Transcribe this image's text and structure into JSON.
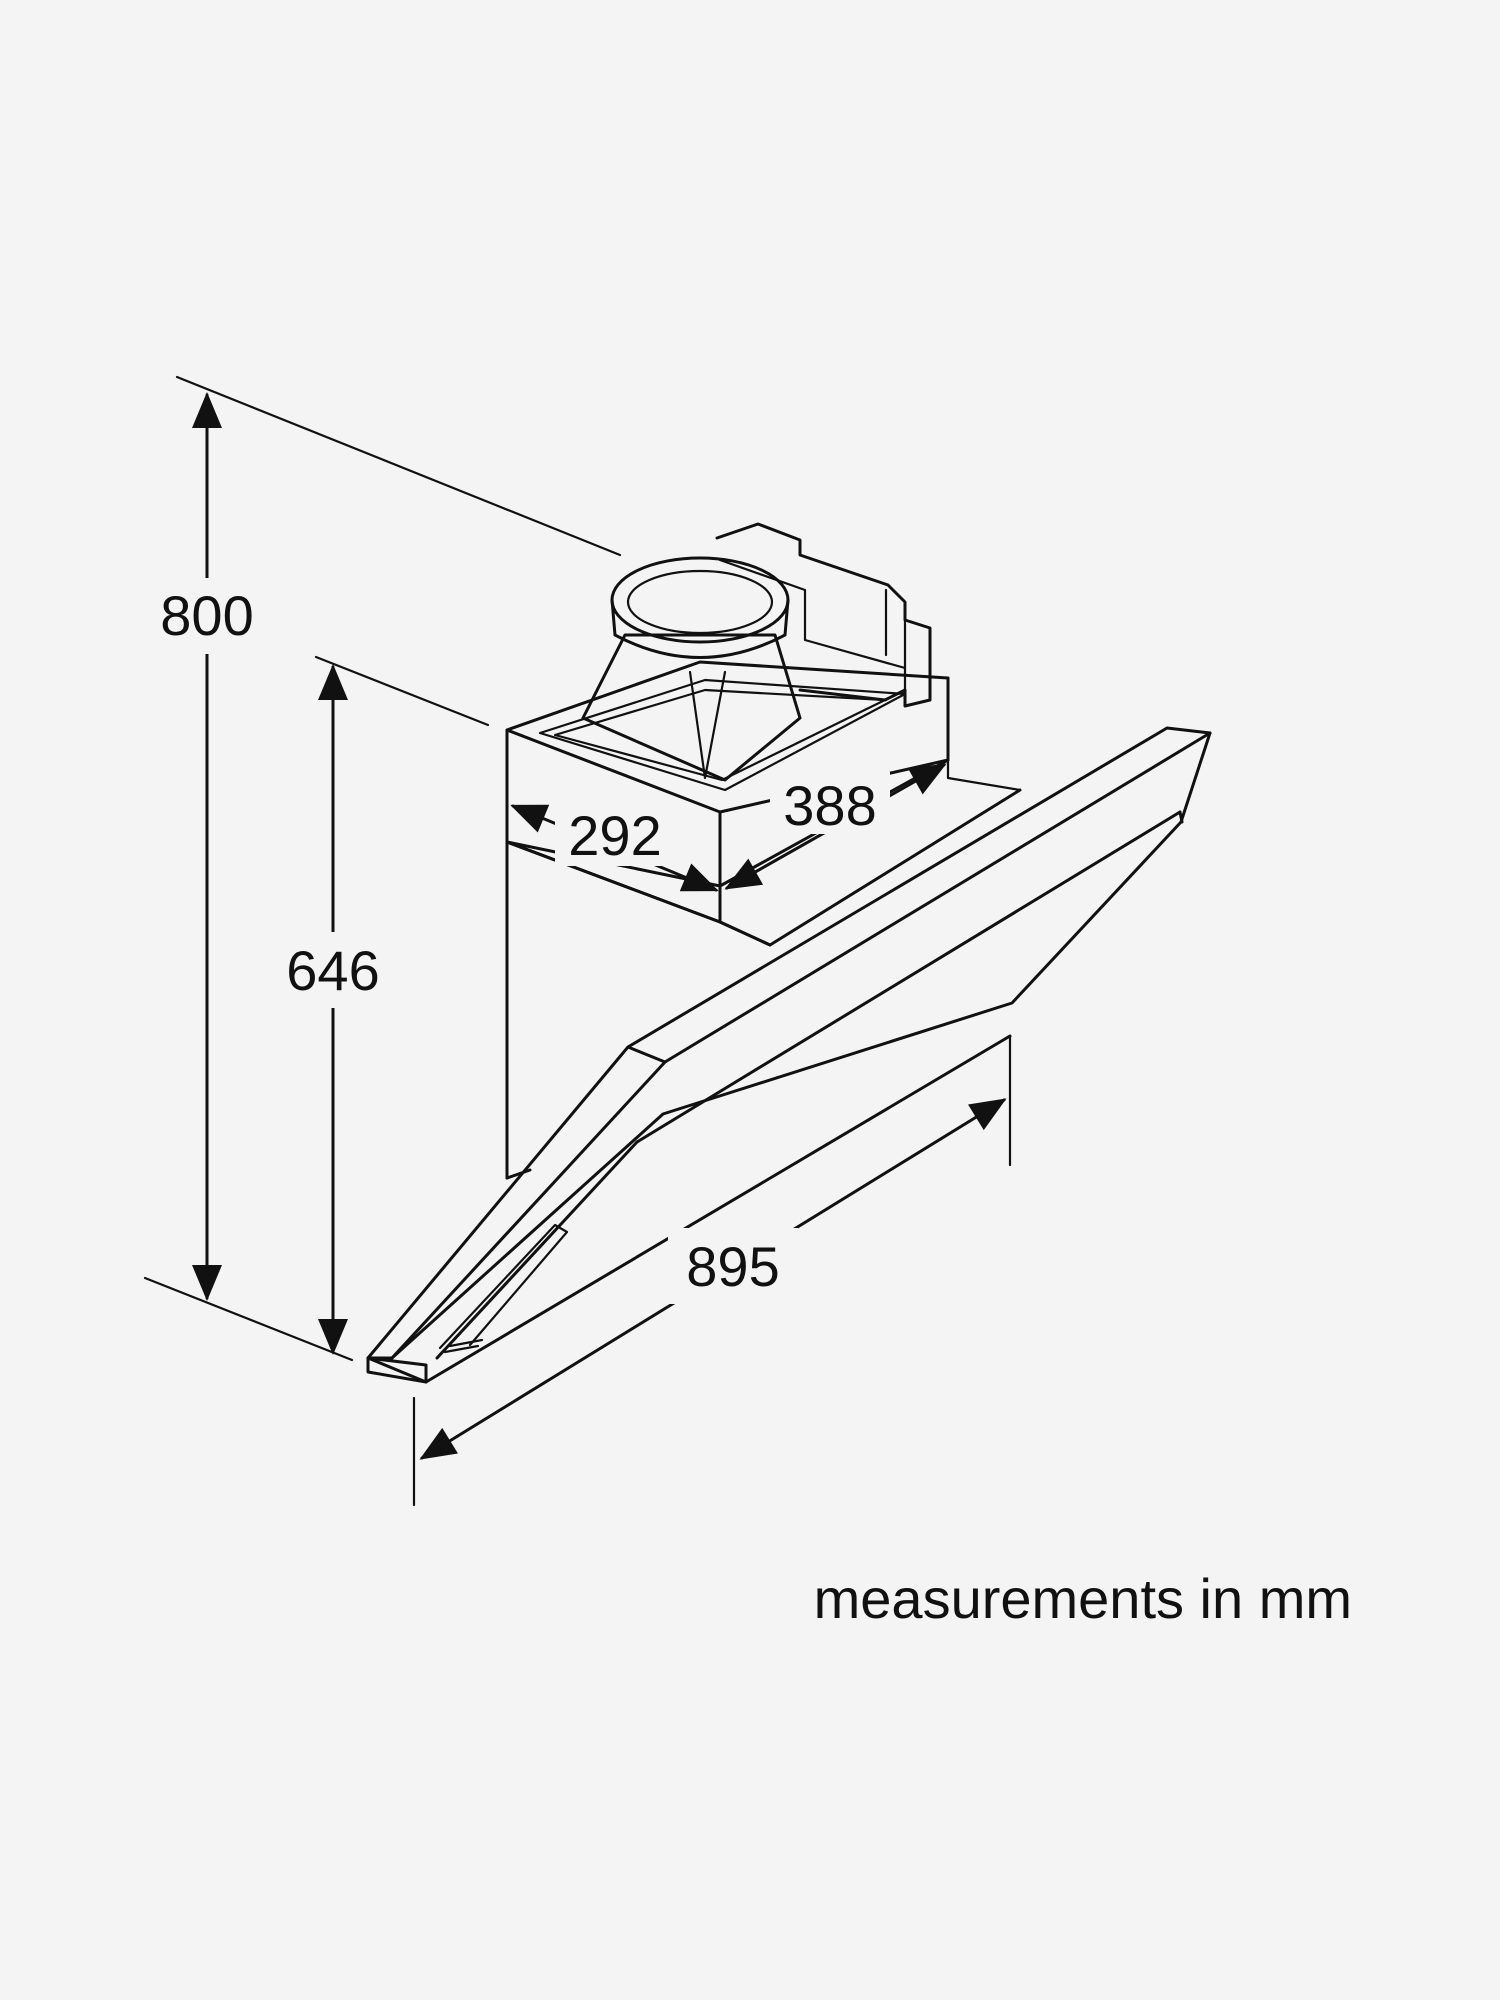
{
  "dimensions": {
    "total_height": "800",
    "body_height": "646",
    "depth": "292",
    "chimney_width": "388",
    "width": "895"
  },
  "note": "measurements in mm",
  "colors": {
    "background": "#f4f4f4",
    "line": "#111111"
  }
}
